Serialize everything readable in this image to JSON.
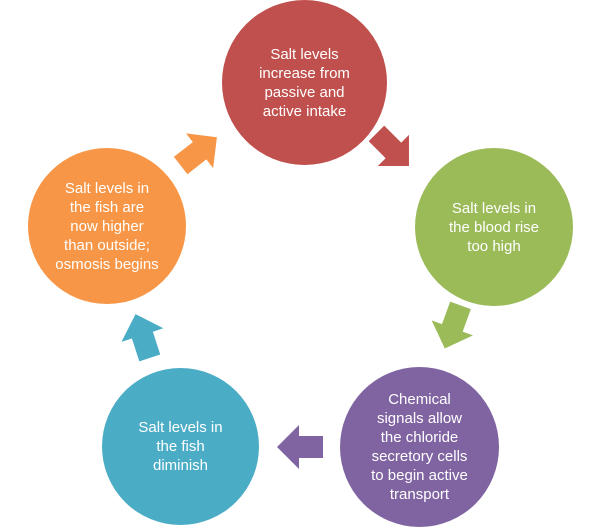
{
  "diagram": {
    "type": "cycle",
    "nodes": [
      {
        "id": "node-0",
        "label": "Salt levels\nincrease from\npassive and\nactive intake",
        "color": "#c0504d"
      },
      {
        "id": "node-1",
        "label": "Salt levels in\nthe blood rise\ntoo high",
        "color": "#9bbb59"
      },
      {
        "id": "node-2",
        "label": "Chemical\nsignals allow\nthe chloride\nsecretory cells\nto begin active\ntransport",
        "color": "#8064a2"
      },
      {
        "id": "node-3",
        "label": "Salt levels in\nthe fish\ndiminish",
        "color": "#4bacc6"
      },
      {
        "id": "node-4",
        "label": "Salt levels in\nthe fish are\nnow higher\nthan outside;\nosmosis begins",
        "color": "#f79646"
      }
    ],
    "arrows": [
      {
        "from": "node-0",
        "to": "node-1",
        "color": "#c0504d"
      },
      {
        "from": "node-1",
        "to": "node-2",
        "color": "#9bbb59"
      },
      {
        "from": "node-2",
        "to": "node-3",
        "color": "#8064a2"
      },
      {
        "from": "node-3",
        "to": "node-4",
        "color": "#4bacc6"
      },
      {
        "from": "node-4",
        "to": "node-0",
        "color": "#f79646"
      }
    ]
  }
}
